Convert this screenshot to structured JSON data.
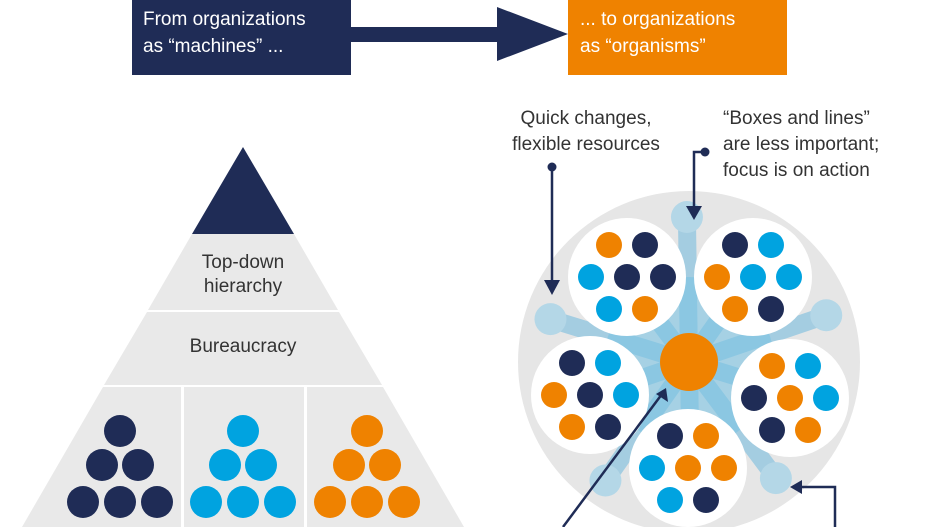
{
  "header": {
    "from_line1": "From organizations",
    "from_line2": "as “machines” ...",
    "to_line1": "... to organizations",
    "to_line2": "as “organisms”"
  },
  "pyramid": {
    "level1_line1": "Top-down",
    "level1_line2": "hierarchy",
    "level2": "Bureaucracy"
  },
  "annotations": {
    "a1_line1": "Quick changes,",
    "a1_line2": "flexible resources",
    "a2_line1": "“Boxes and lines”",
    "a2_line2": "are less important;",
    "a2_line3": "focus is on action"
  },
  "colors": {
    "navy": "#1f2c56",
    "orange": "#ef8200",
    "blue": "#00a3e0",
    "grey": "#e6e6e6"
  },
  "pods": [
    [
      "O",
      "N",
      "B",
      "N",
      "N",
      "B",
      "O"
    ],
    [
      "N",
      "B",
      "O",
      "B",
      "B",
      "O",
      "N"
    ],
    [
      "N",
      "B",
      "O",
      "N",
      "B",
      "O",
      "N"
    ],
    [
      "O",
      "B",
      "N",
      "O",
      "B",
      "N",
      "O"
    ],
    [
      "N",
      "O",
      "B",
      "O",
      "O",
      "B",
      "N"
    ]
  ]
}
